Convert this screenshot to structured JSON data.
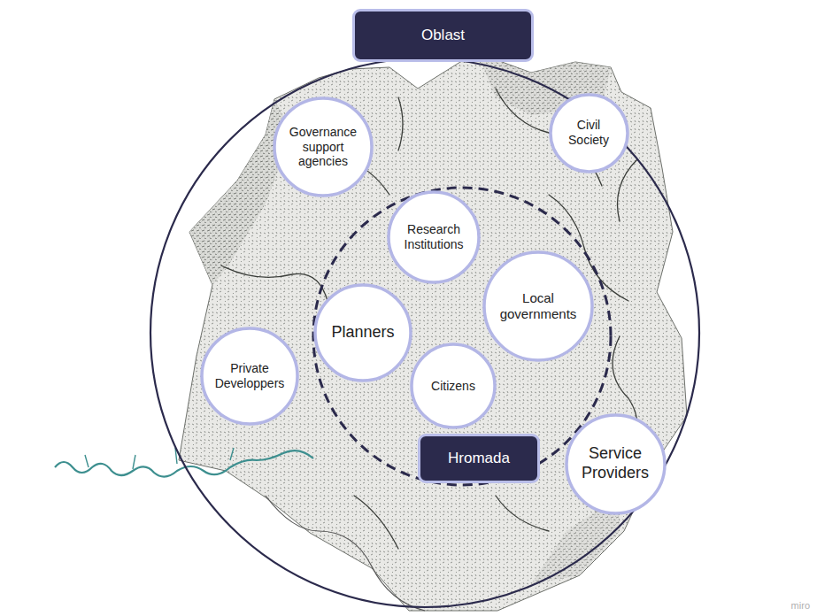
{
  "diagram": {
    "nodes": [
      {
        "text": [
          "Oblast"
        ]
      },
      {
        "text": [
          "Governance support agencies"
        ]
      },
      {
        "text": [
          "Civil Society"
        ]
      },
      {
        "text": [
          "Research Institutions"
        ]
      },
      {
        "text": [
          "Local governments"
        ]
      },
      {
        "text": [
          "Planners"
        ]
      },
      {
        "text": [
          "Private Developpers"
        ]
      },
      {
        "text": [
          "Citizens"
        ]
      },
      {
        "text": [
          "Hromada"
        ]
      },
      {
        "text": [
          "Service Providers"
        ]
      }
    ],
    "labels": [
      "miro"
    ]
  }
}
